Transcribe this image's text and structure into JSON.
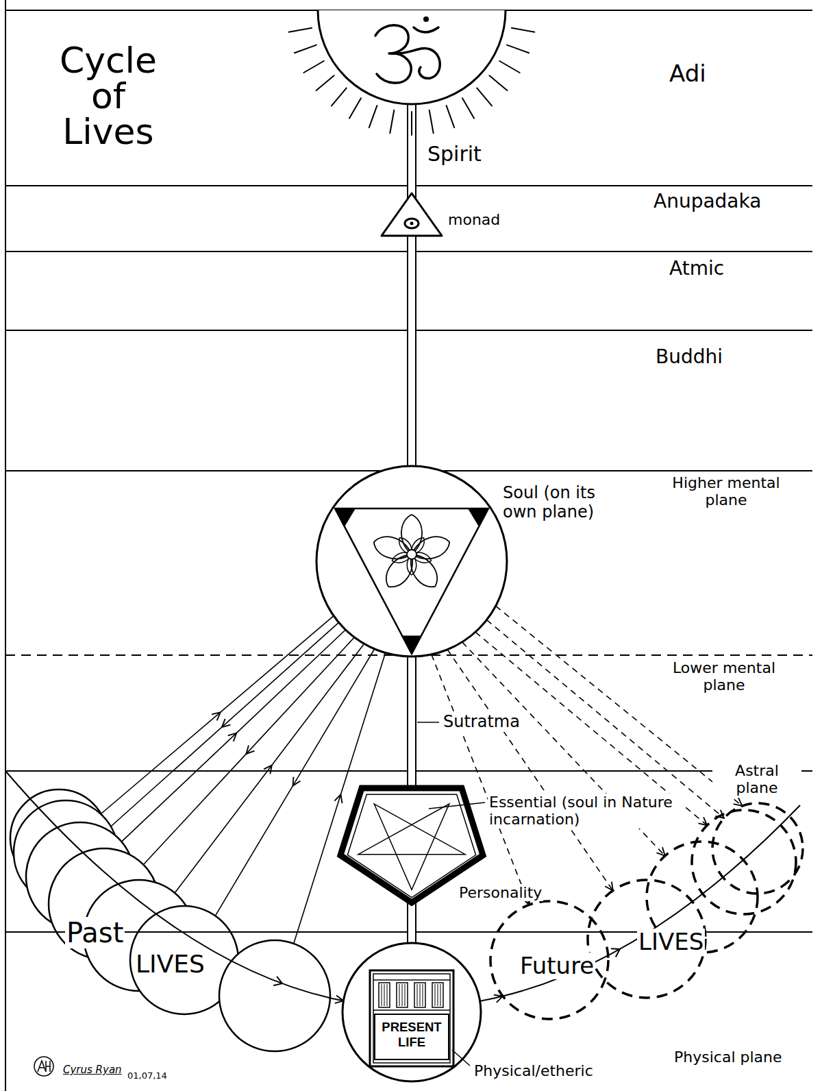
{
  "diagram": {
    "title": "Cycle of Lives",
    "nodes": [
      {
        "text": [
          "monad"
        ]
      },
      {
        "text": [
          "Soul (on its own plane)"
        ]
      },
      {
        "text": [
          "Essential (soul in Nature incarnation)",
          "Personality"
        ]
      },
      {
        "text": [
          "Past",
          "LIVES"
        ]
      },
      {
        "text": [
          "PRESENT LIFE"
        ]
      },
      {
        "text": [
          "Future",
          "LIVES"
        ]
      }
    ],
    "edges": [
      {
        "from": 0,
        "to": 1,
        "arrow": "none"
      },
      {
        "from": 1,
        "to": 2,
        "label": "Sutratma",
        "arrow": "none"
      },
      {
        "from": 2,
        "to": 4,
        "arrow": "none"
      },
      {
        "from": 3,
        "to": 1,
        "arrow": "both"
      },
      {
        "from": 1,
        "to": 5,
        "arrow": "to"
      },
      {
        "from": 3,
        "to": 4,
        "arrow": "to"
      },
      {
        "from": 4,
        "to": 5,
        "arrow": "to"
      }
    ],
    "labels": [
      "Adi",
      "Spirit",
      "Anupadaka",
      "Atmic",
      "Buddhi",
      "Higher mental plane",
      "Lower mental plane",
      "Astral plane",
      "Physical plane",
      "Physical/etheric",
      "Cyrus Ryan",
      "01,07,14"
    ]
  }
}
